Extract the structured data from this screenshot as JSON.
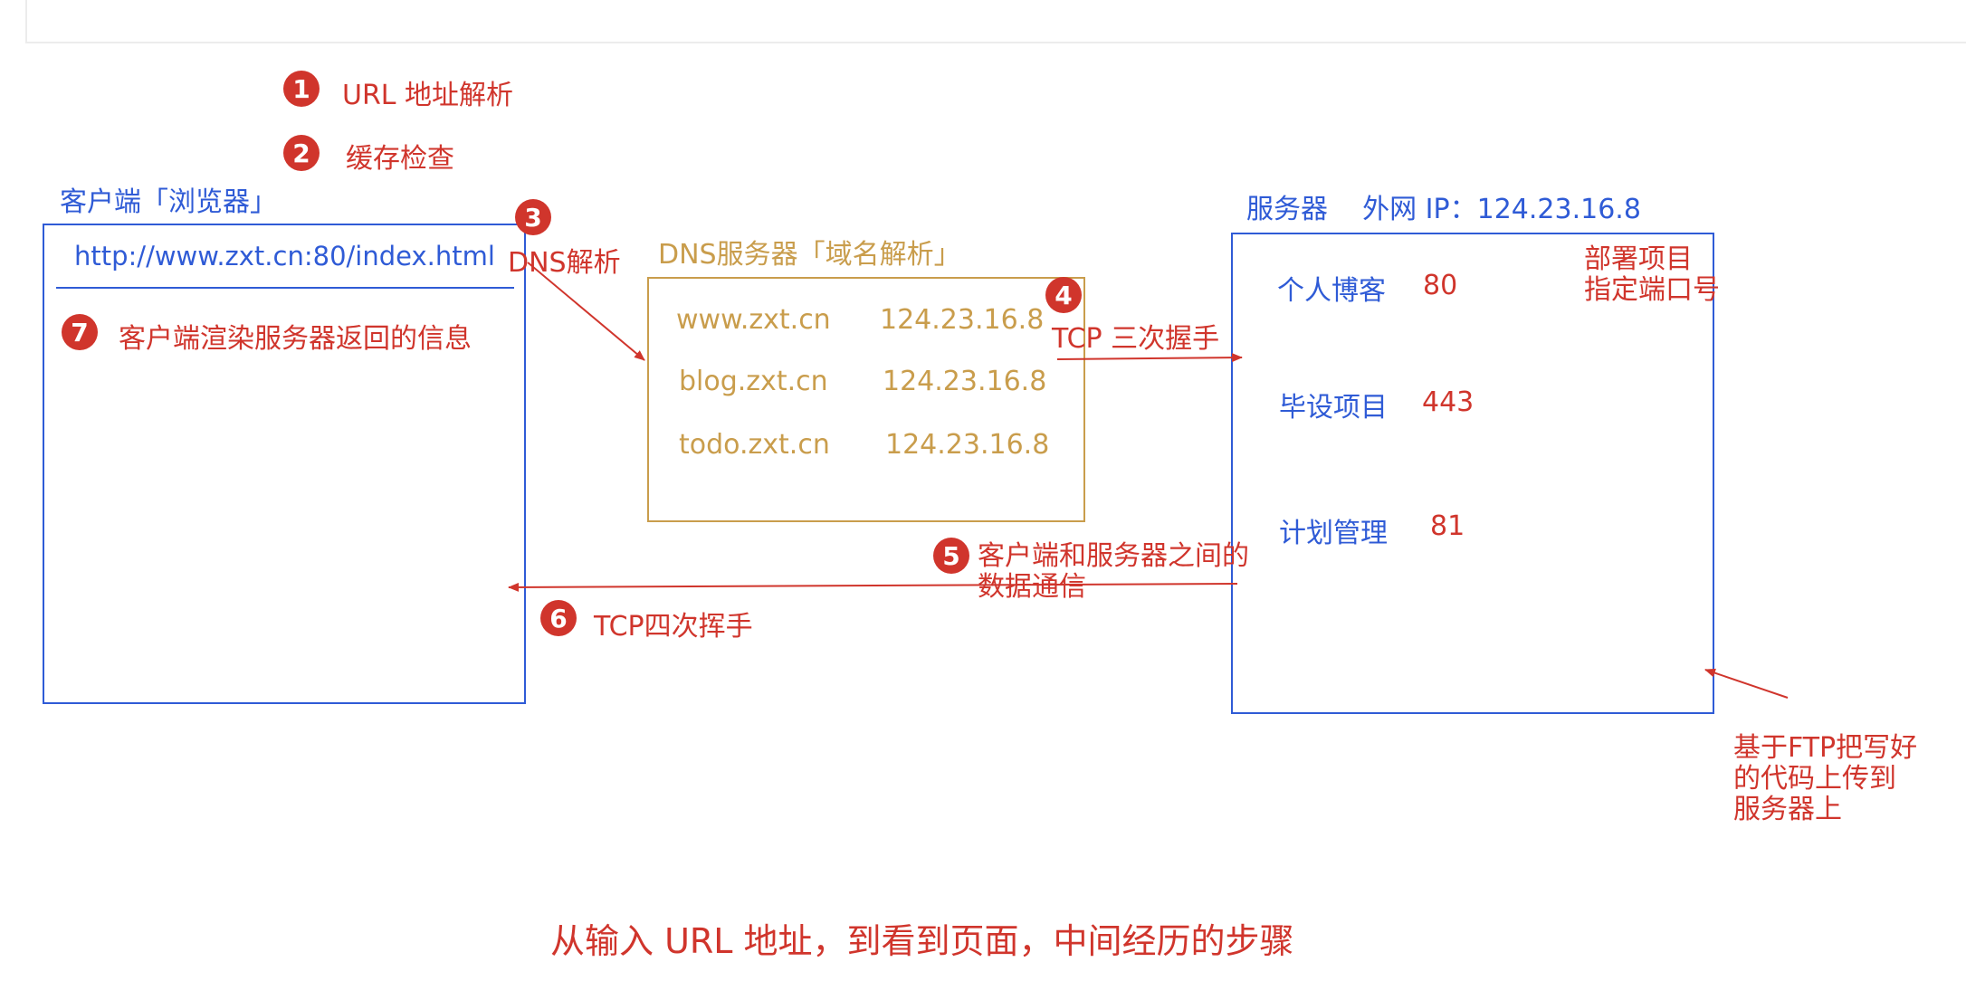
{
  "steps": [
    {
      "num": "1",
      "text": "URL 地址解析"
    },
    {
      "num": "2",
      "text": "缓存检查"
    },
    {
      "num": "3",
      "text": "DNS解析"
    },
    {
      "num": "4",
      "text": "TCP 三次握手"
    },
    {
      "num": "5",
      "text_line1": "客户端和服务器之间的",
      "text_line2": "数据通信"
    },
    {
      "num": "6",
      "text": "TCP四次挥手"
    },
    {
      "num": "7",
      "text": "客户端渲染服务器返回的信息"
    }
  ],
  "client": {
    "title": "客户端「浏览器」",
    "url": "http://www.zxt.cn:80/index.html"
  },
  "dns": {
    "title": "DNS服务器「域名解析」",
    "records": [
      {
        "domain": "www.zxt.cn",
        "ip": "124.23.16.8"
      },
      {
        "domain": "blog.zxt.cn",
        "ip": "124.23.16.8"
      },
      {
        "domain": "todo.zxt.cn",
        "ip": "124.23.16.8"
      }
    ]
  },
  "server": {
    "title": "服务器    外网 IP：124.23.16.8",
    "deploy_note_line1": "部署项目",
    "deploy_note_line2": "指定端口号",
    "services": [
      {
        "name": "个人博客",
        "port": "80"
      },
      {
        "name": "毕设项目",
        "port": "443"
      },
      {
        "name": "计划管理",
        "port": "81"
      }
    ]
  },
  "ftp_note": {
    "line1": "基于FTP把写好",
    "line2": "的代码上传到",
    "line3": "服务器上"
  },
  "caption": "从输入 URL 地址，到看到页面，中间经历的步骤",
  "colors": {
    "red": "#d0352c",
    "blue": "#2f5bd6",
    "gold": "#c99d4c"
  }
}
